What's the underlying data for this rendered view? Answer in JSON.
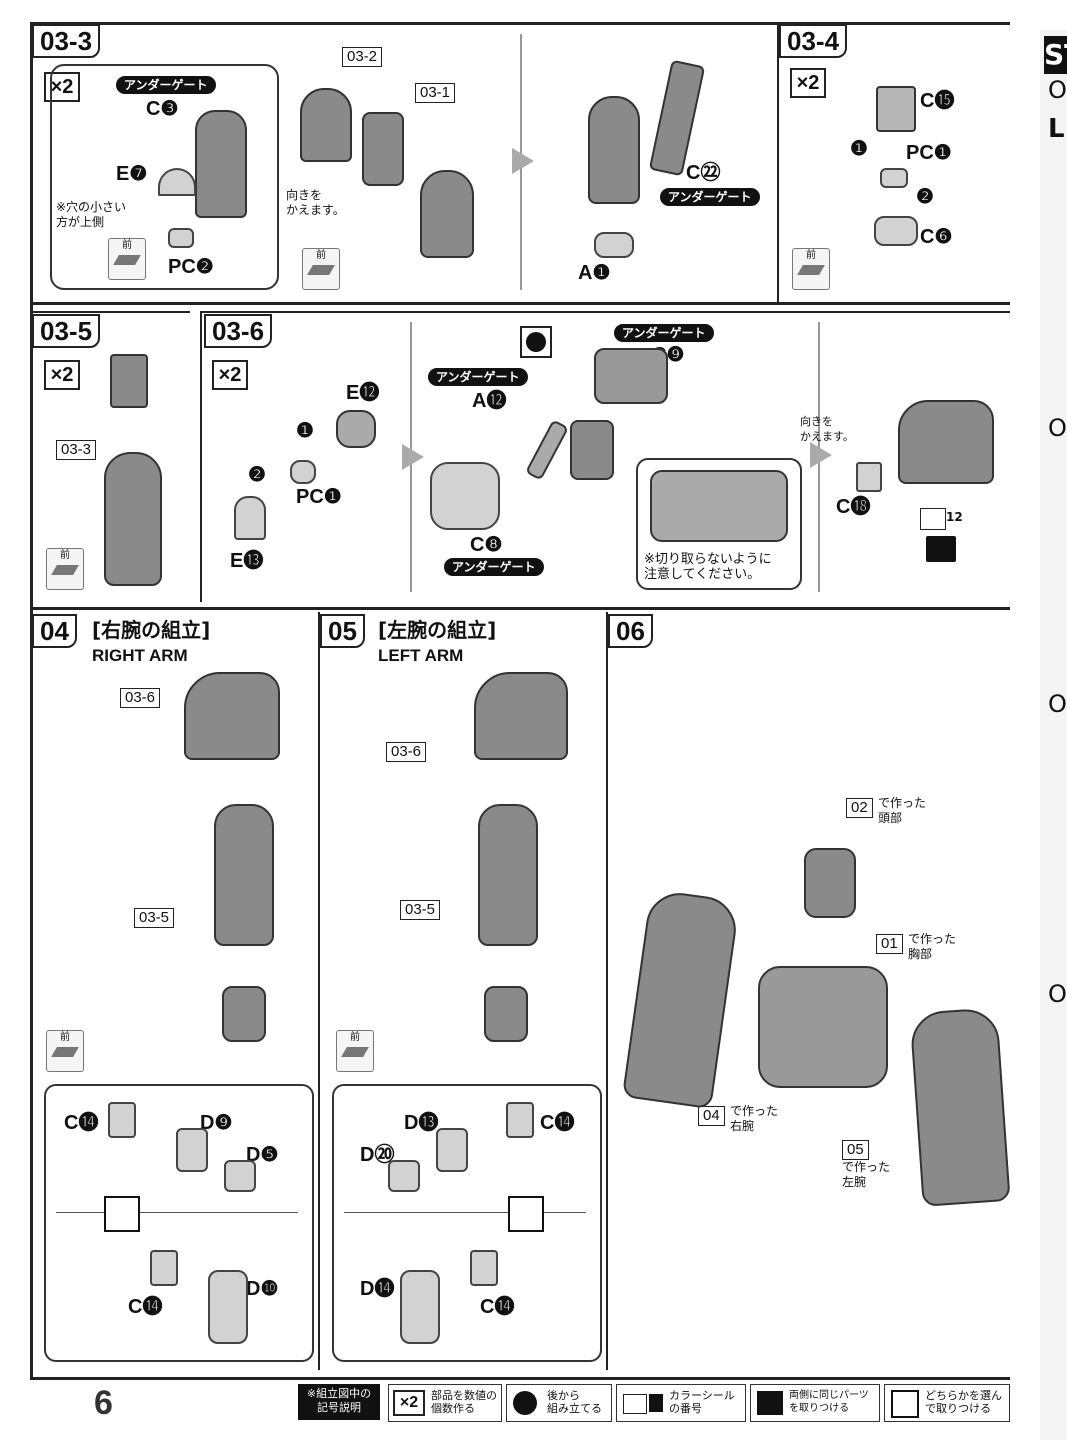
{
  "page_number": "6",
  "steps": {
    "s03_3": {
      "tag": "03-3",
      "multiplier": "×2",
      "under_gate": "アンダーゲート",
      "parts": [
        "C❸",
        "E❼",
        "PC❷"
      ],
      "note_hole": "※穴の小さい\n方が上側",
      "sub_tags": [
        "03-2",
        "03-1"
      ],
      "note_orient": "向きを\nかえます。",
      "front_label": "前",
      "parts_right": [
        "C㉒",
        "A❶"
      ],
      "under_gate_right": "アンダーゲート"
    },
    "s03_4": {
      "tag": "03-4",
      "multiplier": "×2",
      "parts": [
        "C⓯",
        "PC❶",
        "C❻"
      ],
      "steps": [
        "❶",
        "❷"
      ],
      "front_label": "前"
    },
    "s03_5": {
      "tag": "03-5",
      "multiplier": "×2",
      "sub_tag": "03-3",
      "front_label": "前"
    },
    "s03_6": {
      "tag": "03-6",
      "multiplier": "×2",
      "parts_left": [
        "E⓬",
        "PC❶",
        "E⓭"
      ],
      "steps": [
        "❶",
        "❷"
      ],
      "under_gate": "アンダーゲート",
      "parts_mid": [
        "C❾",
        "A⓬",
        "C❽"
      ],
      "note_cut": "※切り取らないように\n注意してください。",
      "note_orient": "向きを\nかえます。",
      "part_right": "C⓲",
      "sticker_num": "12"
    },
    "s04": {
      "tag": "04",
      "title": "[右腕の組立]",
      "title_en": "RIGHT ARM",
      "sub_tags": [
        "03-6",
        "03-5"
      ],
      "front_label": "前",
      "hand_parts_top": [
        "C⓮",
        "D❾",
        "D❺"
      ],
      "hand_parts_bottom": [
        "C⓮",
        "D❿"
      ]
    },
    "s05": {
      "tag": "05",
      "title": "[左腕の組立]",
      "title_en": "LEFT ARM",
      "sub_tags": [
        "03-6",
        "03-5"
      ],
      "front_label": "前",
      "hand_parts_top": [
        "D⓭",
        "C⓮",
        "D⑳"
      ],
      "hand_parts_bottom": [
        "D⓮",
        "C⓮"
      ]
    },
    "s06": {
      "tag": "06",
      "refs": [
        {
          "num": "02",
          "text": "で作った\n頭部"
        },
        {
          "num": "01",
          "text": "で作った\n胸部"
        },
        {
          "num": "04",
          "text": "で作った\n右腕"
        },
        {
          "num": "05",
          "text": "で作った\n左腕"
        }
      ]
    }
  },
  "legend": {
    "title": "※組立図中の\n記号説明",
    "items": [
      {
        "icon": "×2",
        "text": "部品を数値の\n個数作る"
      },
      {
        "icon": "back-icon",
        "text": "後から\n組み立てる"
      },
      {
        "icon": "sticker-icon",
        "text": "カラーシール\nの番号"
      },
      {
        "icon": "both-sides-icon",
        "text": "両側に同じパーツ\nを取りつける"
      },
      {
        "icon": "choice-icon",
        "text": "どちらかを選ん\nで取りつける"
      }
    ]
  },
  "next_page_edge": {
    "letters": [
      "ST",
      "O",
      "L",
      "O",
      "O",
      "O"
    ]
  }
}
